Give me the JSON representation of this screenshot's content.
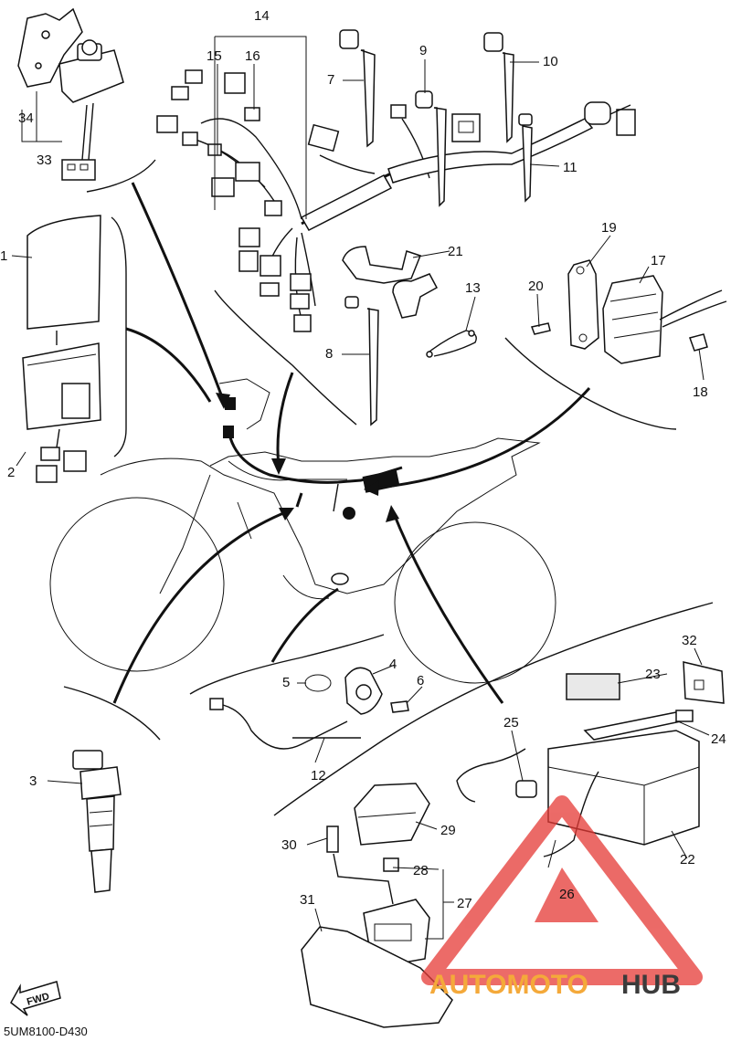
{
  "diagram_code": "5UM8100-D430",
  "fwd_label": "FWD",
  "watermark": {
    "part1": "AUTOMOTO",
    "part2": "HUB",
    "color_red": "#e53935",
    "color_orange": "#f4a93a",
    "color_dark": "#3b3b3b"
  },
  "callouts": {
    "c1": "1",
    "c2": "2",
    "c3": "3",
    "c4": "4",
    "c5": "5",
    "c6": "6",
    "c7": "7",
    "c8": "8",
    "c9": "9",
    "c10": "10",
    "c11": "11",
    "c12": "12",
    "c13": "13",
    "c14": "14",
    "c15": "15",
    "c16": "16",
    "c17": "17",
    "c18": "18",
    "c19": "19",
    "c20": "20",
    "c21": "21",
    "c22": "22",
    "c23": "23",
    "c24": "24",
    "c25": "25",
    "c26": "26",
    "c27": "27",
    "c28": "28",
    "c29": "29",
    "c30": "30",
    "c31": "31",
    "c32": "32",
    "c33": "33",
    "c34": "34"
  }
}
